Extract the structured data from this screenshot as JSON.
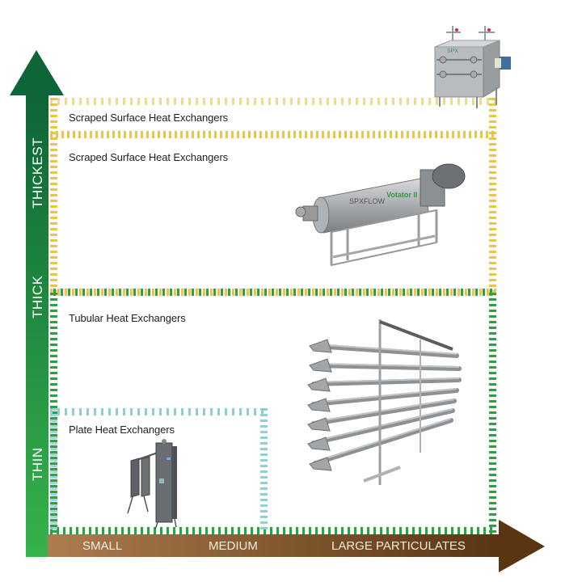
{
  "diagram": {
    "type": "heat-exchanger-selection-chart",
    "y_axis": {
      "direction": "up",
      "meaning": "product viscosity",
      "labels": [
        "THIN",
        "THICK",
        "THICKEST"
      ],
      "color_start": "#34b04a",
      "color_end": "#0f6a36"
    },
    "x_axis": {
      "direction": "right",
      "meaning": "particulate size",
      "labels": [
        "SMALL",
        "MEDIUM",
        "LARGE PARTICULATES"
      ],
      "color_start": "#a8784a",
      "color_end": "#5e3a16"
    },
    "zones": [
      {
        "label": "Scraped Surface Heat Exchangers",
        "image": "scraped-surface-box-unit-image",
        "border_color": "#e9c54a"
      },
      {
        "label": "Scraped Surface Heat Exchangers",
        "image": "scraped-surface-cylinder-unit-image",
        "border_color": "#e9c54a"
      },
      {
        "label": "Tubular Heat Exchangers",
        "image": "tubular-exchanger-image",
        "border_color": "#2ea043"
      },
      {
        "label": "Plate Heat Exchangers",
        "image": "plate-exchanger-image",
        "border_color": "#8fcfcf"
      }
    ]
  }
}
